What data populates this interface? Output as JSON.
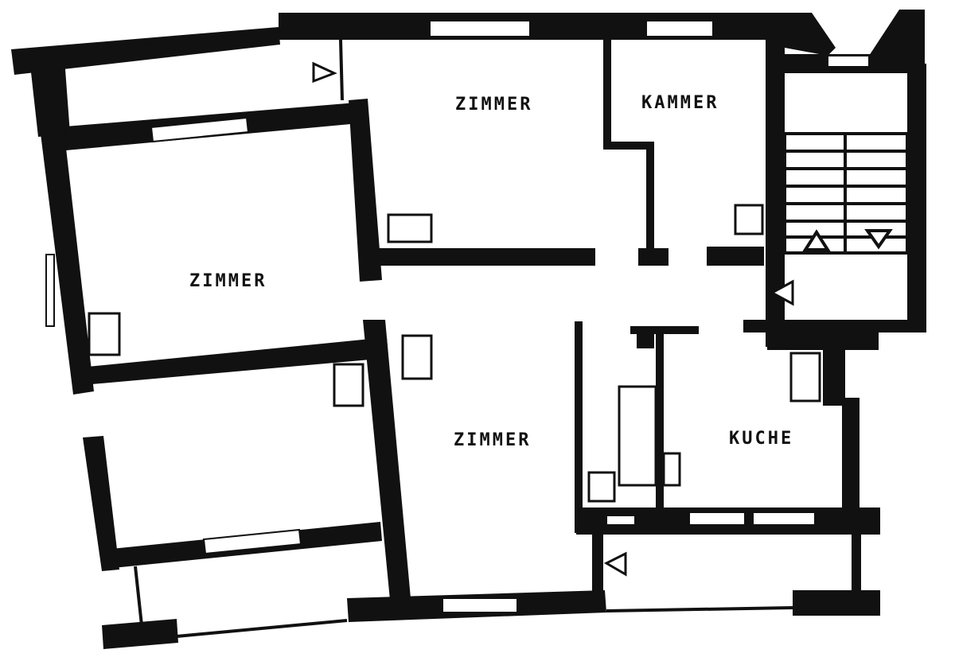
{
  "plan": {
    "wall_color": "#111111",
    "background_color": "#ffffff",
    "rooms": [
      {
        "id": "zimmer-top",
        "label": "ZIMMER"
      },
      {
        "id": "kammer",
        "label": "KAMMER"
      },
      {
        "id": "zimmer-left",
        "label": "ZIMMER"
      },
      {
        "id": "zimmer-center",
        "label": "ZIMMER"
      },
      {
        "id": "kuche",
        "label": "KUCHE"
      }
    ],
    "icons": [
      "door-triangle-icon",
      "radiator-icon",
      "stair-icon",
      "window-icon"
    ]
  }
}
